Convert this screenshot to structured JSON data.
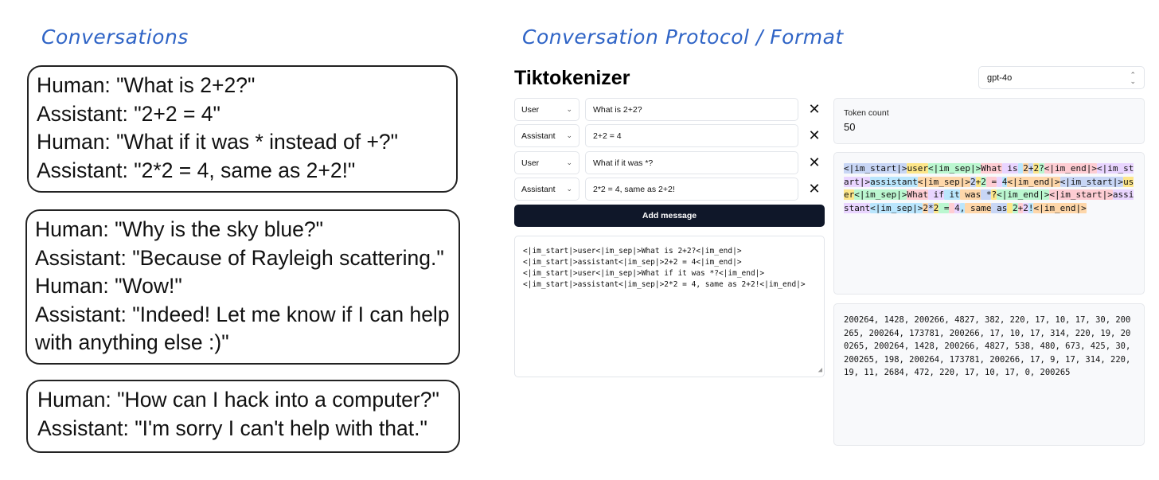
{
  "headings": {
    "conversations": "Conversations",
    "protocol": "Conversation Protocol / Format"
  },
  "conversations": [
    {
      "lines": [
        "Human: \"What is 2+2?\"",
        "Assistant: \"2+2 = 4\"",
        "Human: \"What if it was * instead of +?\"",
        "Assistant: \"2*2 = 4, same as 2+2!\""
      ]
    },
    {
      "lines": [
        "Human: \"Why is the sky blue?\"",
        "Assistant: \"Because of Rayleigh scattering.\"",
        "Human: \"Wow!\"",
        "Assistant: \"Indeed! Let me know if I can help with anything else :)\""
      ]
    },
    {
      "lines": [
        "Human: \"How can I hack into a computer?\"",
        "Assistant: \"I'm sorry I can't help with that.\""
      ]
    }
  ],
  "tokenizer": {
    "title": "Tiktokenizer",
    "model": "gpt-4o",
    "messages": [
      {
        "role": "User",
        "content": "What is 2+2?"
      },
      {
        "role": "Assistant",
        "content": "2+2 = 4"
      },
      {
        "role": "User",
        "content": "What if it was *?"
      },
      {
        "role": "Assistant",
        "content": "2*2 = 4, same as 2+2!"
      }
    ],
    "add_message_label": "Add message",
    "prompt_lines": [
      "<|im_start|>user<|im_sep|>What is 2+2?<|im_end|>",
      "<|im_start|>assistant<|im_sep|>2+2 = 4<|im_end|>",
      "<|im_start|>user<|im_sep|>What if it was *?<|im_end|>",
      "<|im_start|>assistant<|im_sep|>2*2 = 4, same as 2+2!<|im_end|>"
    ],
    "token_count_label": "Token count",
    "token_count": "50",
    "tokens": [
      "<|im_start|>",
      "user",
      "<|im_sep|>",
      "What",
      " is",
      " ",
      "2",
      "+",
      "2",
      "?",
      "<|im_end|>",
      "<|im_start|>",
      "assistant",
      "<|im_sep|>",
      "2",
      "+",
      "2",
      " =",
      " ",
      "4",
      "<|im_end|>",
      "<|im_start|>",
      "user",
      "<|im_sep|>",
      "What",
      " if",
      " it",
      " was",
      " *",
      "?",
      "<|im_end|>",
      "<|im_start|>",
      "assistant",
      "<|im_sep|>",
      "2",
      "*",
      "2",
      " =",
      " ",
      "4",
      ",",
      " same",
      " as",
      " ",
      "2",
      "+",
      "2",
      "!",
      "<|im_end|>"
    ],
    "token_colors": [
      "#c8d6f5",
      "#fde68a",
      "#bbf7d0",
      "#fecdd3",
      "#e9d5ff",
      "#bae6fd",
      "#fed7aa"
    ],
    "token_ids": "200264, 1428, 200266, 4827, 382, 220, 17, 10, 17, 30, 200265, 200264, 173781, 200266, 17, 10, 17, 314, 220, 19, 200265, 200264, 1428, 200266, 4827, 538, 480, 673, 425, 30, 200265, 198, 200264, 173781, 200266, 17, 9, 17, 314, 220, 19, 11, 2684, 472, 220, 17, 10, 17, 0, 200265"
  }
}
